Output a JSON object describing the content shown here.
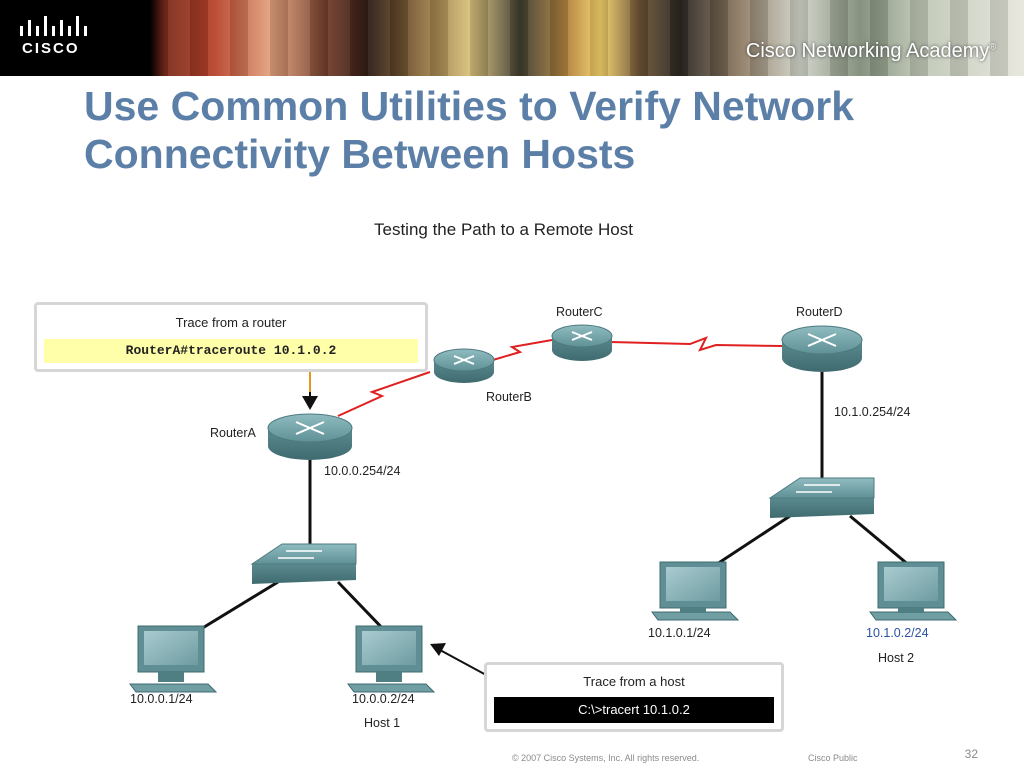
{
  "header": {
    "brand": "CISCO",
    "academy": "Cisco Networking Academy",
    "academy_mark": "®"
  },
  "slide": {
    "title_line1": "Use Common Utilities to Verify Network",
    "title_line2": "Connectivity Between Hosts",
    "diagram_title": "Testing the Path to a Remote Host"
  },
  "devices": {
    "routerA": "RouterA",
    "routerB": "RouterB",
    "routerC": "RouterC",
    "routerD": "RouterD",
    "routerA_ip": "10.0.0.254/24",
    "routerD_ip": "10.1.0.254/24",
    "hostA1": "10.0.0.1/24",
    "hostA2": "10.0.0.2/24",
    "hostA2_name": "Host 1",
    "hostB1": "10.1.0.1/24",
    "hostB2": "10.1.0.2/24",
    "hostB2_name": "Host 2"
  },
  "callouts": {
    "router_title": "Trace from a router",
    "router_cmd": "RouterA#traceroute 10.1.0.2",
    "host_title": "Trace from a host",
    "host_cmd": "C:\\>tracert 10.1.0.2"
  },
  "colors": {
    "title": "#5c7fa8",
    "serial_link": "#e02020",
    "device": "#6f9ea3",
    "highlight_ip": "#2a52a8"
  },
  "footer": {
    "copyright": "© 2007 Cisco Systems, Inc. All rights reserved.",
    "classification": "Cisco Public",
    "page": "32"
  }
}
